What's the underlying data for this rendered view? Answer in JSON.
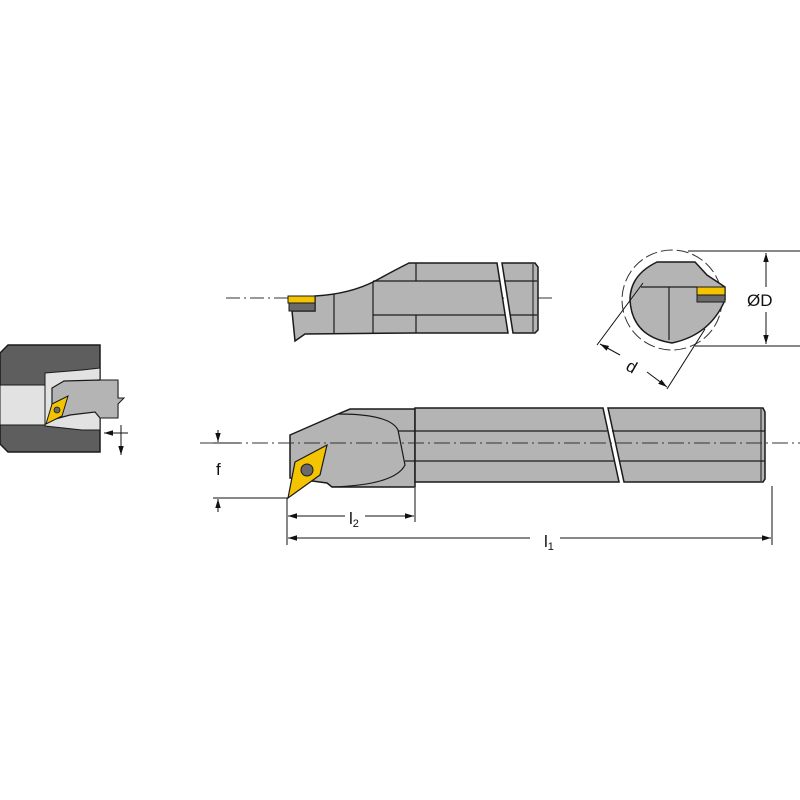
{
  "colors": {
    "body": "#b4b4b4",
    "insert": "#f5c400",
    "shim": "#6a6a6a",
    "workpiece": "#5e5e5e",
    "bore": "#e2e2e2",
    "outline": "#1a1a1a"
  },
  "labels": {
    "f": "f",
    "l2_main": "l",
    "l2_sub": "2",
    "l1_main": "l",
    "l1_sub": "1",
    "diameter": "ØD",
    "d": "d"
  }
}
